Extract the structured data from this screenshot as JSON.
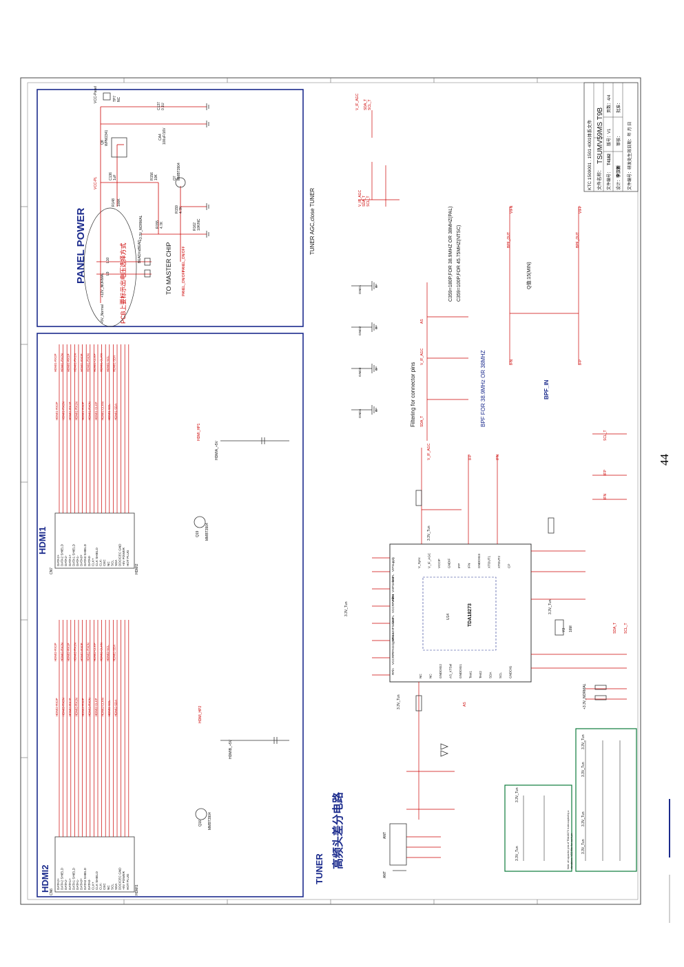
{
  "page_number": "44",
  "sections": {
    "panel_power": "PANEL POWER",
    "panel_note": "PCB上要标示出电压选择方式",
    "to_master": "TO MASTER CHIP",
    "hdmi1": "HDMI1",
    "hdmi2": "HDMI2",
    "tuner": "TUNER",
    "tuner_cn": "高频头差分电路",
    "tuner_agc": "TUNER AGC,close TUNER",
    "filtering": "Filtering for connector pins",
    "bpf_for": "BPF FOR 38.9MHz OR 38MHZ",
    "bpf_in": "BPF_IN",
    "qval": "Q值:15(MIN)",
    "c359_pal": "C359=180P,FOR 38.9MHZ OR 38MHZ(PAL)",
    "c359_ntsc": "C359=100P,FOR 45.75MHZ(NTSC)"
  },
  "title_block": {
    "company": "KTC  1509001 . 1501 4001体系文件",
    "file_name_label": "文件名称：",
    "file_name": "TSUMV59MS  T9B",
    "file_no_label": "文件编号：",
    "file_no": "T4182",
    "version": "版号：V1",
    "pages": "页数：4/4",
    "design_label": "设计：",
    "designer": "李汉新",
    "review": "审核：",
    "approve": "批准：",
    "footer": "文件编号：研发处生效日期：年 月 日"
  },
  "chips": {
    "u14": "U14",
    "u14_part": "TDA18273",
    "q7": "Q7",
    "q7_part": "MMBT3904",
    "q16": "Q16",
    "q16_part": "MMBT3904",
    "q19": "Q19",
    "q19_part": "MMBT3904",
    "q8": "Q8",
    "q8_part": "WPM2341",
    "cn6": "CN6",
    "cn7": "CN7",
    "hdmi2_part": "HDMI1",
    "hdmi1_part": "HDMI2",
    "ant": "ANT",
    "y3": "Y3",
    "y3_val": "16M"
  },
  "hdmi_pins": [
    "DATA2+",
    "DATA2 SHIELD",
    "DATA2-",
    "DATA1+",
    "DATA1 SHIELD",
    "DATA1-",
    "DATA0+",
    "DATA0 SHIELD",
    "DATA0-",
    "CLK+",
    "CLK SHIELD",
    "CLK-",
    "CEC",
    "NC",
    "SCL",
    "SDA",
    "DDC/CEC GND",
    "+5V POWER",
    "HOT PLUG"
  ],
  "hdmi1_nets": [
    "HDMI1-RX2P",
    "HDMI1-RX2N",
    "HDMI1-RX1P",
    "HDMI1-RX1N",
    "HDMI1-RX0P",
    "HDMI1-RX0N",
    "HDMI1-CLKP",
    "HDMI1-CLKN",
    "HDMI1-SCL",
    "HDMI1-SDA"
  ],
  "hdmi2_nets": [
    "HDMI2-RX2P",
    "HDMI2-RX2N",
    "HDMI2-RX1P",
    "HDMI2-RX1N",
    "HDMI2-RX0P",
    "HDMI2-RX0N",
    "HDMI2-CLKP",
    "HDMI2-CLKN",
    "HDMI2-SCL",
    "HDMI2-SDA"
  ],
  "tuner_pins_left": [
    "V_Sync",
    "V_IF_AGC",
    "VCCIF",
    "GNDIF",
    "IFP",
    "IFN",
    "GNDDIG3",
    "XTOUT1",
    "XTOUT2",
    "CP"
  ],
  "tuner_pins_right": [
    "VIFSupply",
    "VHFL",
    "VHFSelect",
    "VHFH",
    "VCCRF Filter",
    "UHFL",
    "UHFSelect",
    "UHFH",
    "RFAGC_Sense",
    "VCCRF",
    "RFin"
  ],
  "tuner_pins_bottom": [
    "NC",
    "NC",
    "GNDDIG2",
    "AS_XTSel",
    "GNDDIG1",
    "Test1",
    "Test2",
    "SDA",
    "SCL",
    "GNDDIG"
  ],
  "labels": {
    "vcc_panel": "VCC-Panel",
    "vcc_pl": "VCC-PL",
    "plus5_normal": "+5V_Normal",
    "plus12_normal": "+12V_NORMAL",
    "plus3_normal": "+3.3V_NORMAL",
    "panel_on": "PANEL_ON/OFF",
    "r148": "R148",
    "r148v": "100K",
    "r156": "R156",
    "r156v": "10K",
    "r159": "R159",
    "r159v": "4.7K",
    "r162": "R162",
    "r162v": "10K/NC",
    "r155": "R155",
    "r155v": "4.7K",
    "c136": "C136",
    "c136v": "1uF",
    "c137": "C137",
    "c137v": "0.1U",
    "ca4": "CA4",
    "ca4v": "100uF/16V",
    "l9": "L9",
    "l10": "L10",
    "bead": "BEAD/nc",
    "bead2": "BEAD",
    "tp7": "TP7",
    "nc": "NC",
    "hdmia_5v": "HDMIA_+5V",
    "hdmib_5v": "HDMIB_+5V",
    "hdmi_hp1": "HDMI_HP1",
    "hdmi_hp2": "HDMI_HP2",
    "ias": "AS",
    "sda_t": "SDA_T",
    "scl_t": "SCL_T",
    "v_if_agc": "V_IF_AGC",
    "ifp": "IFP",
    "ifn": "IFN",
    "vifp": "VIFP",
    "vifn": "VIFN",
    "bpf_out": "BPF_OUT",
    "gnd": "G",
    "v33_tun": "3.3V_Tun"
  },
  "ground_labels": [
    "GND4",
    "GND3",
    "GND2",
    "GND1"
  ],
  "notes": {
    "stack_note": "Note: all capacitor pins of TDA18273 is decoupled by a",
    "stack_note2": "standalone VCC  filter for each pin"
  }
}
